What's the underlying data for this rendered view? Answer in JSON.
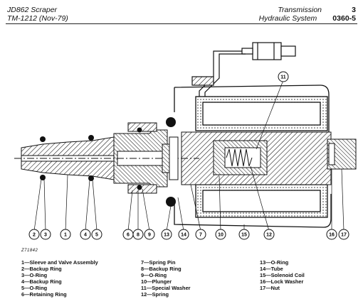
{
  "header": {
    "left_line1": "JD862 Scraper",
    "left_line2": "TM-1212   (Nov-79)",
    "right_line1": "Transmission",
    "right_line2": "Hydraulic System",
    "page_section": "3",
    "page_number": "0360-5"
  },
  "figure": {
    "id": "Z71842",
    "callouts": [
      "1",
      "2",
      "3",
      "4",
      "5",
      "6",
      "7",
      "8",
      "9",
      "10",
      "11",
      "12",
      "13",
      "14",
      "15",
      "16",
      "17"
    ]
  },
  "legend": {
    "col1": [
      "1—Sleeve and Valve Assembly",
      "2—Backup Ring",
      "3—O-Ring",
      "4—Backup Ring",
      "5—O-Ring",
      "6—Retaining Ring"
    ],
    "col2": [
      "7—Spring Pin",
      "8—Backup Ring",
      "9—O-Ring",
      "10—Plunger",
      "11—Special Washer",
      "12—Spring"
    ],
    "col3": [
      "13—O-Ring",
      "14—Tube",
      "15—Solenoid Coil",
      "16—Lock Washer",
      "17—Nut"
    ]
  }
}
